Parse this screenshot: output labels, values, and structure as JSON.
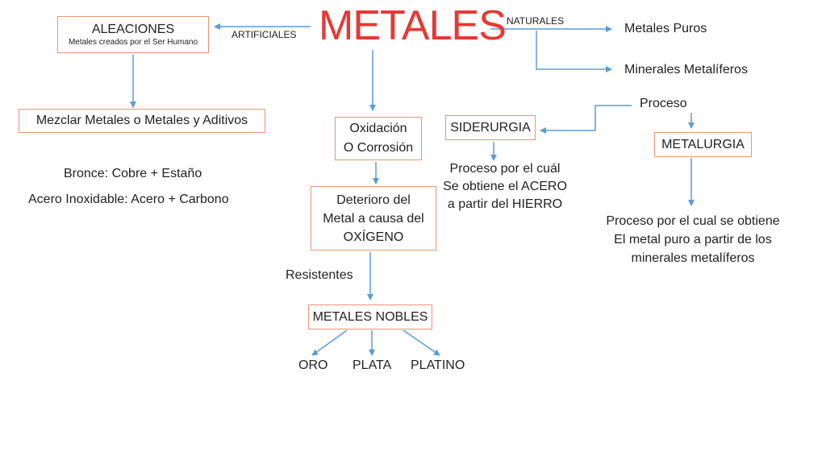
{
  "title": "METALES",
  "labels": {
    "artificiales": "ARTIFICIALES",
    "naturales": "NATURALES",
    "proceso": "Proceso",
    "resistentes": "Resistentes"
  },
  "aleaciones": {
    "title": "ALEACIONES",
    "subtitle": "Metales creados por el Ser Humano",
    "mix": "Mezclar Metales o Metales y Aditivos",
    "examples": [
      "Bronce: Cobre + Estaño",
      "Acero Inoxidable: Acero + Carbono"
    ]
  },
  "oxidacion": {
    "lines": [
      "Oxidación",
      "O Corrosión"
    ],
    "deterioro": [
      "Deterioro del",
      "Metal a causa del",
      "OXÍGENO"
    ],
    "nobles": "METALES NOBLES",
    "nobles_items": [
      "ORO",
      "PLATA",
      "PLATINO"
    ]
  },
  "naturales": {
    "puros": "Metales Puros",
    "minerales": "Minerales Metalíferos",
    "siderurgia": "SIDERURGIA",
    "siderurgia_desc": [
      "Proceso por el cuál",
      "Se obtiene el ACERO",
      "a partir del HIERRO"
    ],
    "metalurgia": "METALURGIA",
    "metalurgia_desc": [
      "Proceso por el cual se obtiene",
      "El metal puro a partir de los",
      "minerales metalíferos"
    ]
  },
  "colors": {
    "title": "#e53935",
    "arrow": "#5b9bd5",
    "box_border": "#e8957a"
  }
}
